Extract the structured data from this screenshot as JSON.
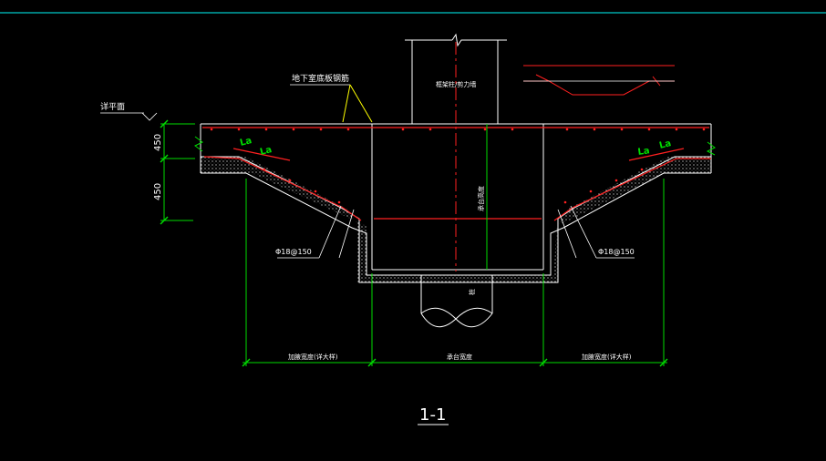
{
  "labels": {
    "floor_level": "详平面",
    "slab_rebar": "地下室底板钢筋",
    "column": "框架柱/剪力墙",
    "cap_height": "承台高度",
    "pile": "桩",
    "dim_top": "450",
    "dim_bottom": "450",
    "lap_left_1": "La",
    "lap_left_2": "La",
    "lap_right_1": "La",
    "lap_right_2": "La",
    "rebar_left": "Φ18@150",
    "rebar_right": "Φ18@150",
    "width_left": "加腋宽度(详大样)",
    "width_mid": "承台宽度",
    "width_right": "加腋宽度(详大样)",
    "section_title": "1-1"
  },
  "colors": {
    "background": "#000000",
    "outline": "#ffffff",
    "rebar": "#ff2020",
    "dimension": "#00dd00",
    "leader": "#ffff00",
    "top_rule": "#00c8c8",
    "hatch": "#ffffff"
  }
}
